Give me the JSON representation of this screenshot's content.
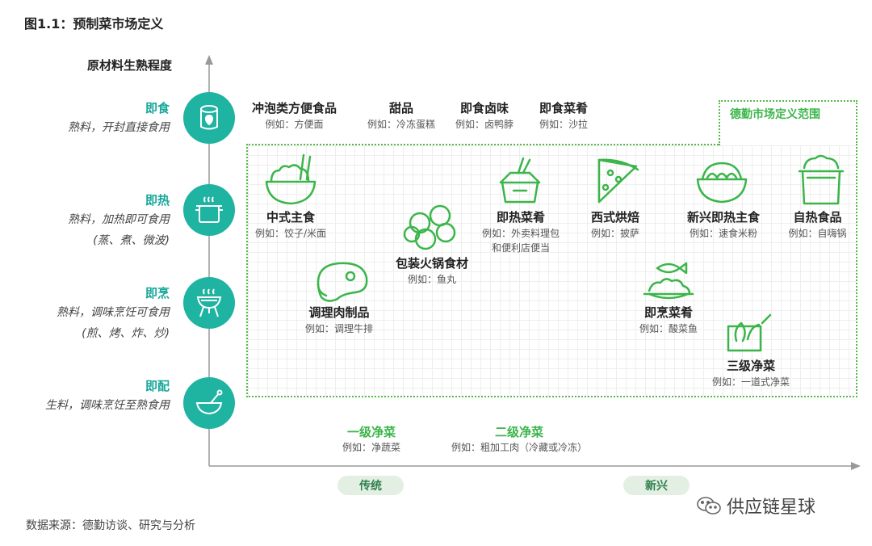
{
  "figure_title": "图1.1：预制菜市场定义",
  "y_axis_label": "原材料生熟程度",
  "levels": [
    {
      "title": "即食",
      "desc": [
        "熟料，开封直接食用"
      ]
    },
    {
      "title": "即热",
      "desc": [
        "熟料，加热即可食用",
        "(蒸、煮、微波)"
      ]
    },
    {
      "title": "即烹",
      "desc": [
        "熟料，调味烹饪可食用",
        "(煎、烤、炸、炒)"
      ]
    },
    {
      "title": "即配",
      "desc": [
        "生料，调味烹饪至熟食用"
      ]
    }
  ],
  "scope_label": "德勤市场定义范围",
  "items": {
    "instant_noodles": {
      "title": "冲泡类方便食品",
      "example": "例如：方便面"
    },
    "dessert": {
      "title": "甜品",
      "example": "例如：冷冻蛋糕"
    },
    "braised": {
      "title": "即食卤味",
      "example": "例如：卤鸭脖"
    },
    "ready_dish": {
      "title": "即食菜肴",
      "example": "例如：沙拉"
    },
    "chinese_staple": {
      "title": "中式主食",
      "example": "例如：饺子/米面"
    },
    "hotpot": {
      "title": "包装火锅食材",
      "example": "例如：鱼丸"
    },
    "heat_dish": {
      "title": "即热菜肴",
      "example": "例如：外卖料理包",
      "example2": "和便利店便当"
    },
    "western_bake": {
      "title": "西式烘焙",
      "example": "例如：披萨"
    },
    "new_staple": {
      "title": "新兴即热主食",
      "example": "例如：速食米粉"
    },
    "self_heat": {
      "title": "自热食品",
      "example": "例如：自嗨锅"
    },
    "meat": {
      "title": "调理肉制品",
      "example": "例如：调理牛排"
    },
    "cook_dish": {
      "title": "即烹菜肴",
      "example": "例如：酸菜鱼"
    },
    "veg3": {
      "title": "三级净菜",
      "example": "例如：一道式净菜"
    },
    "veg1": {
      "title": "一级净菜",
      "example": "例如：净蔬菜"
    },
    "veg2": {
      "title": "二级净菜",
      "example": "例如：粗加工肉（冷藏或冷冻）"
    }
  },
  "x_axis": {
    "left_label": "传统",
    "right_label": "新兴"
  },
  "source": "数据来源：德勤访谈、研究与分析",
  "watermark": "供应链星球",
  "colors": {
    "teal": "#1fb3a1",
    "green": "#3bb54a",
    "scope_border": "#56b948"
  }
}
